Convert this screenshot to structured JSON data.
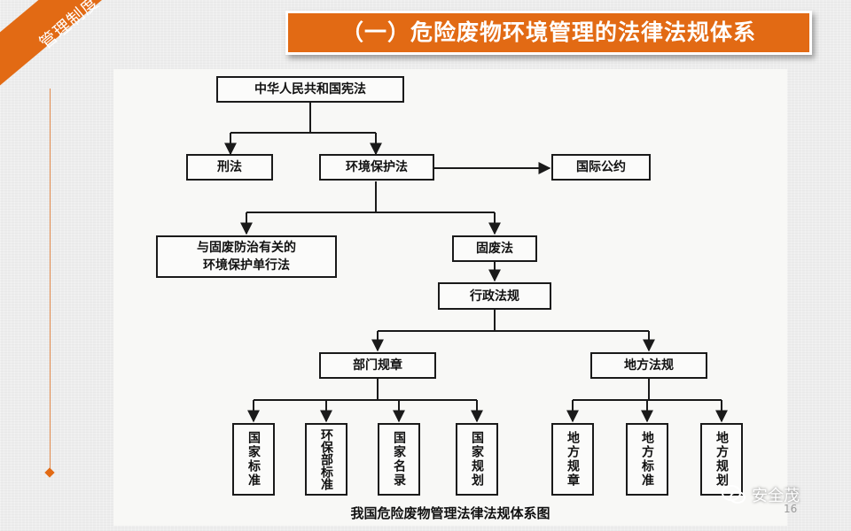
{
  "section_label": "管理制度",
  "slide_title": "（一）危险废物环境管理的法律法规体系",
  "diagram": {
    "caption": "我国危险废物管理法律法规体系图",
    "nodes": {
      "constitution": "中华人民共和国宪法",
      "criminal_law": "刑法",
      "env_protection_law": "环境保护法",
      "intl_conventions": "国际公约",
      "related_laws": "与固废防治有关的\n环境保护单行法",
      "solid_waste_law": "固废法",
      "admin_regulations": "行政法规",
      "dept_rules": "部门规章",
      "local_regulations": "地方法规",
      "national_standard": "国家标准",
      "env_dept_standard": "环保部标准",
      "national_list": "国家名录",
      "national_plan": "国家规划",
      "local_rules": "地方规章",
      "local_standard": "地方标准",
      "local_plan": "地方规划"
    }
  },
  "watermark": "安全茂",
  "page_number": "16",
  "colors": {
    "accent": "#e26a14",
    "background": "#ededed"
  }
}
